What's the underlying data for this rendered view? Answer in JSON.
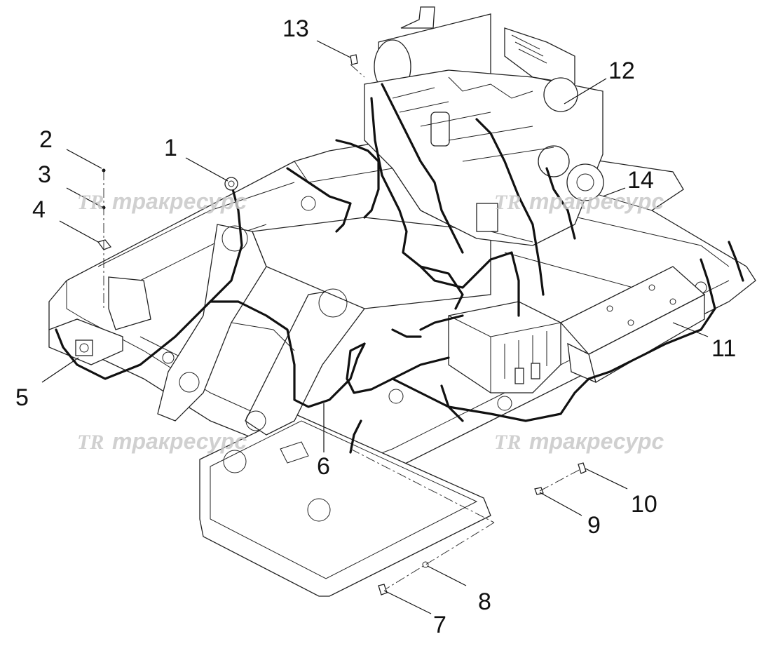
{
  "diagram": {
    "callouts": [
      {
        "label": "1"
      },
      {
        "label": "2"
      },
      {
        "label": "3"
      },
      {
        "label": "4"
      },
      {
        "label": "5"
      },
      {
        "label": "6"
      },
      {
        "label": "7"
      },
      {
        "label": "8"
      },
      {
        "label": "9"
      },
      {
        "label": "10"
      },
      {
        "label": "11"
      },
      {
        "label": "12"
      },
      {
        "label": "13"
      },
      {
        "label": "14"
      }
    ],
    "watermark": {
      "logo": "TR",
      "text": "тракресурс"
    },
    "colors": {
      "line": "#111111",
      "watermark": "#c8c8c8",
      "background": "#ffffff"
    }
  }
}
